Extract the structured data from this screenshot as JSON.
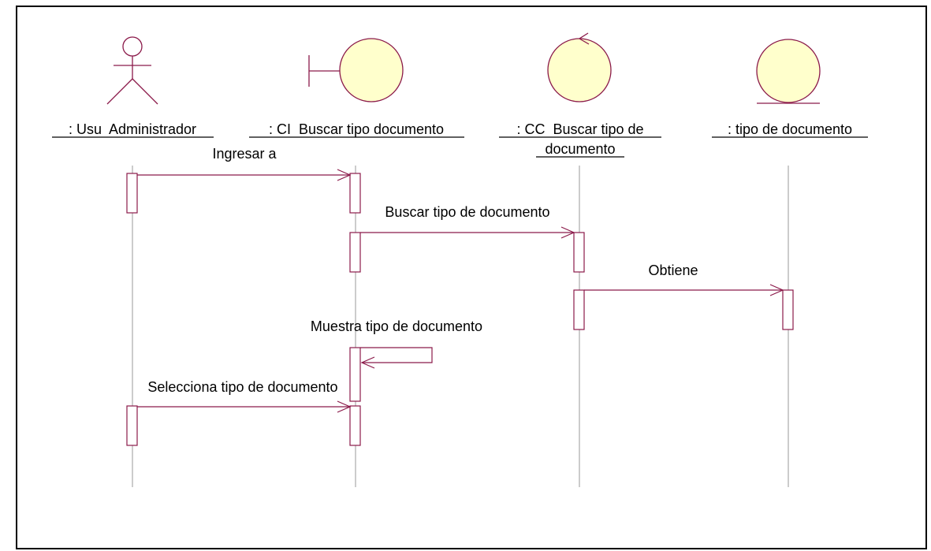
{
  "diagram": {
    "type": "sequence",
    "colors": {
      "line": "#8b1a4a",
      "lifeline": "#999999",
      "fill": "#ffffcc",
      "text": "#000000"
    },
    "participants": [
      {
        "id": "admin",
        "label": ": Usu  Administrador",
        "kind": "actor",
        "icon": "actor-icon"
      },
      {
        "id": "boundary",
        "label": ": CI  Buscar tipo documento",
        "kind": "boundary",
        "icon": "boundary-icon"
      },
      {
        "id": "control",
        "label_lines": [
          ": CC  Buscar tipo de",
          "documento"
        ],
        "kind": "control",
        "icon": "control-icon"
      },
      {
        "id": "entity",
        "label": ": tipo de documento",
        "kind": "entity",
        "icon": "entity-icon"
      }
    ],
    "messages": [
      {
        "from": "admin",
        "to": "boundary",
        "label": "Ingresar a"
      },
      {
        "from": "boundary",
        "to": "control",
        "label": "Buscar tipo de documento"
      },
      {
        "from": "control",
        "to": "entity",
        "label": "Obtiene"
      },
      {
        "from": "boundary",
        "to": "boundary",
        "label": "Muestra tipo de documento",
        "self": true
      },
      {
        "from": "admin",
        "to": "boundary",
        "label": "Selecciona tipo de documento"
      }
    ]
  }
}
